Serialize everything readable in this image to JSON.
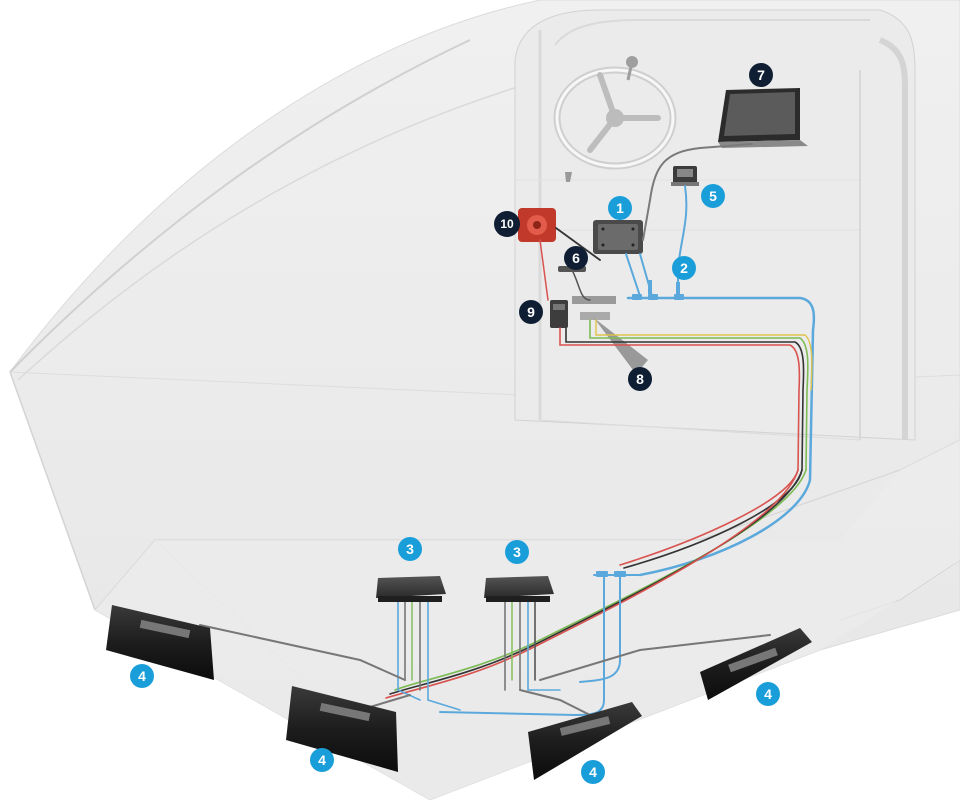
{
  "colors": {
    "blue_badge": "#1a9ed9",
    "dark_badge": "#0f1e33",
    "network_cable": "#5ba9dc",
    "power_red": "#d9534f",
    "ground_black": "#333333",
    "green_wire": "#7dbb55",
    "yellow_wire": "#e0c34a"
  },
  "callouts": [
    {
      "label": "1",
      "style": "blue",
      "component": "control-unit"
    },
    {
      "label": "2",
      "style": "blue",
      "component": "network-t-connectors"
    },
    {
      "label": "3",
      "style": "blue",
      "component": "actuator-junction-box"
    },
    {
      "label": "3",
      "style": "blue",
      "component": "actuator-junction-box"
    },
    {
      "label": "4",
      "style": "blue",
      "component": "trim-tab"
    },
    {
      "label": "4",
      "style": "blue",
      "component": "trim-tab"
    },
    {
      "label": "4",
      "style": "blue",
      "component": "trim-tab"
    },
    {
      "label": "4",
      "style": "blue",
      "component": "trim-tab"
    },
    {
      "label": "5",
      "style": "blue",
      "component": "control-panel"
    },
    {
      "label": "6",
      "style": "dark",
      "component": "cable-connector"
    },
    {
      "label": "7",
      "style": "dark",
      "component": "display"
    },
    {
      "label": "8",
      "style": "dark",
      "component": "terminal-block"
    },
    {
      "label": "9",
      "style": "dark",
      "component": "breaker"
    },
    {
      "label": "10",
      "style": "dark",
      "component": "battery-switch"
    }
  ]
}
